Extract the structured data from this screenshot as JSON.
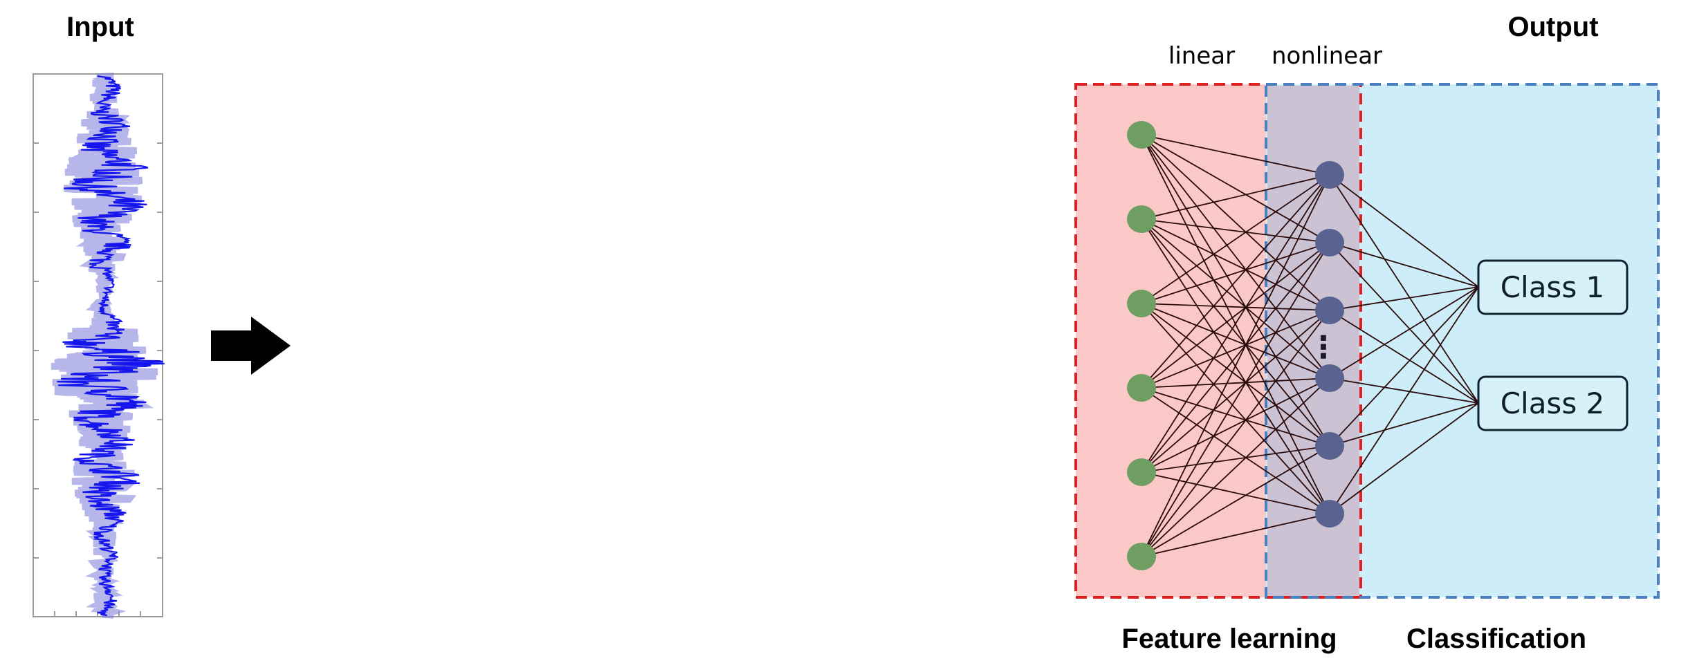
{
  "titles": {
    "input": "Input",
    "output": "Output"
  },
  "layers": {
    "linear": "linear",
    "nonlinear": "nonlinear"
  },
  "classes": [
    "Class 1",
    "Class 2"
  ],
  "sections": {
    "feature_learning": "Feature learning",
    "classification": "Classification"
  },
  "network": {
    "input_nodes": 6,
    "hidden_nodes": 6,
    "hidden_ellipsis": "⋮"
  },
  "colors": {
    "feature_region_fill": "#fbc8c8",
    "feature_region_border": "#e02020",
    "classification_region_fill": "#cdeef8",
    "classification_region_border": "#4a7fc0",
    "overlap_fill": "#cbc3d3",
    "input_node": "#6f9e63",
    "hidden_node": "#5a6290",
    "edge": "#2a0a0a",
    "signal": "#1515ee",
    "signal_shadow": "#7a7ad8",
    "class_box_fill": "#d7f1fb",
    "class_box_border": "#10222e",
    "arrow": "#000000"
  }
}
